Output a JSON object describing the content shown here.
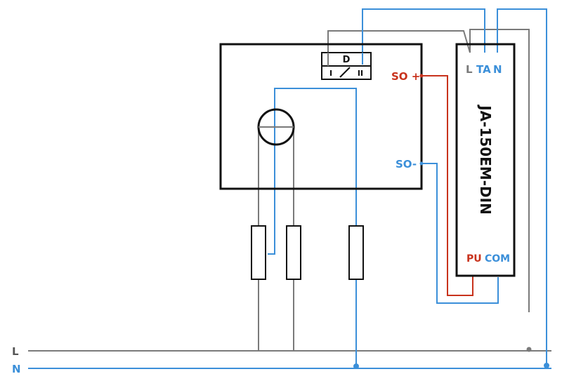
{
  "colors": {
    "gray": "#7a7a7a",
    "blue": "#3b8fd9",
    "red": "#c8321c",
    "black": "#111111"
  },
  "meter": {
    "switch_label": "D",
    "switch_pos_1": "I",
    "switch_pos_2": "II",
    "so_plus_label": "SO +",
    "so_minus_label": "SO-"
  },
  "module": {
    "name": "JA-150EM-DIN",
    "terminal_l": "L",
    "terminal_ta": "TA",
    "terminal_n": "N",
    "terminal_pu": "PU",
    "terminal_com": "COM"
  },
  "lines": {
    "l_label": "L",
    "n_label": "N"
  }
}
